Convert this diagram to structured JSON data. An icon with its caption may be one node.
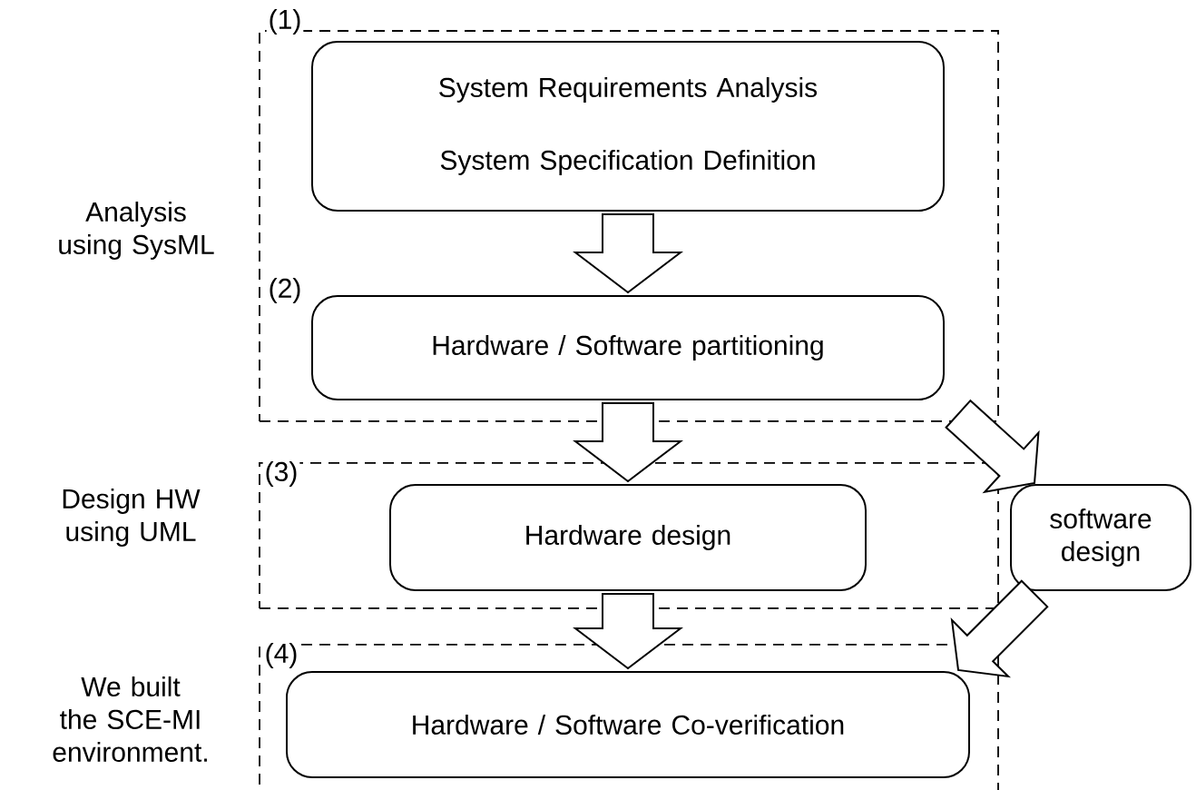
{
  "diagram": {
    "nodes": [
      {
        "text": [
          "(1)",
          "(2)"
        ]
      },
      {
        "text": [
          "System Requirements Analysis",
          "System Specification Definition"
        ],
        "in": 0
      },
      {
        "text": [
          "Hardware / Software partitioning"
        ],
        "in": 0
      },
      {
        "text": [
          "(3)"
        ]
      },
      {
        "text": [
          "Hardware design"
        ],
        "in": 3
      },
      {
        "text": [
          "(4)"
        ]
      },
      {
        "text": [
          "Hardware / Software Co-verification"
        ],
        "in": 5
      },
      {
        "text": [
          "software design"
        ]
      }
    ],
    "edges": [
      {
        "from": 1,
        "to": 2,
        "arrow": "to"
      },
      {
        "from": 2,
        "to": 4,
        "arrow": "to"
      },
      {
        "from": 4,
        "to": 6,
        "arrow": "to"
      },
      {
        "from": 0,
        "to": 7,
        "arrow": "to"
      },
      {
        "from": 7,
        "to": 5,
        "arrow": "to"
      }
    ],
    "labels": [
      "Analysis using SysML",
      "Design HW using UML",
      "We built the SCE-MI environment."
    ]
  }
}
